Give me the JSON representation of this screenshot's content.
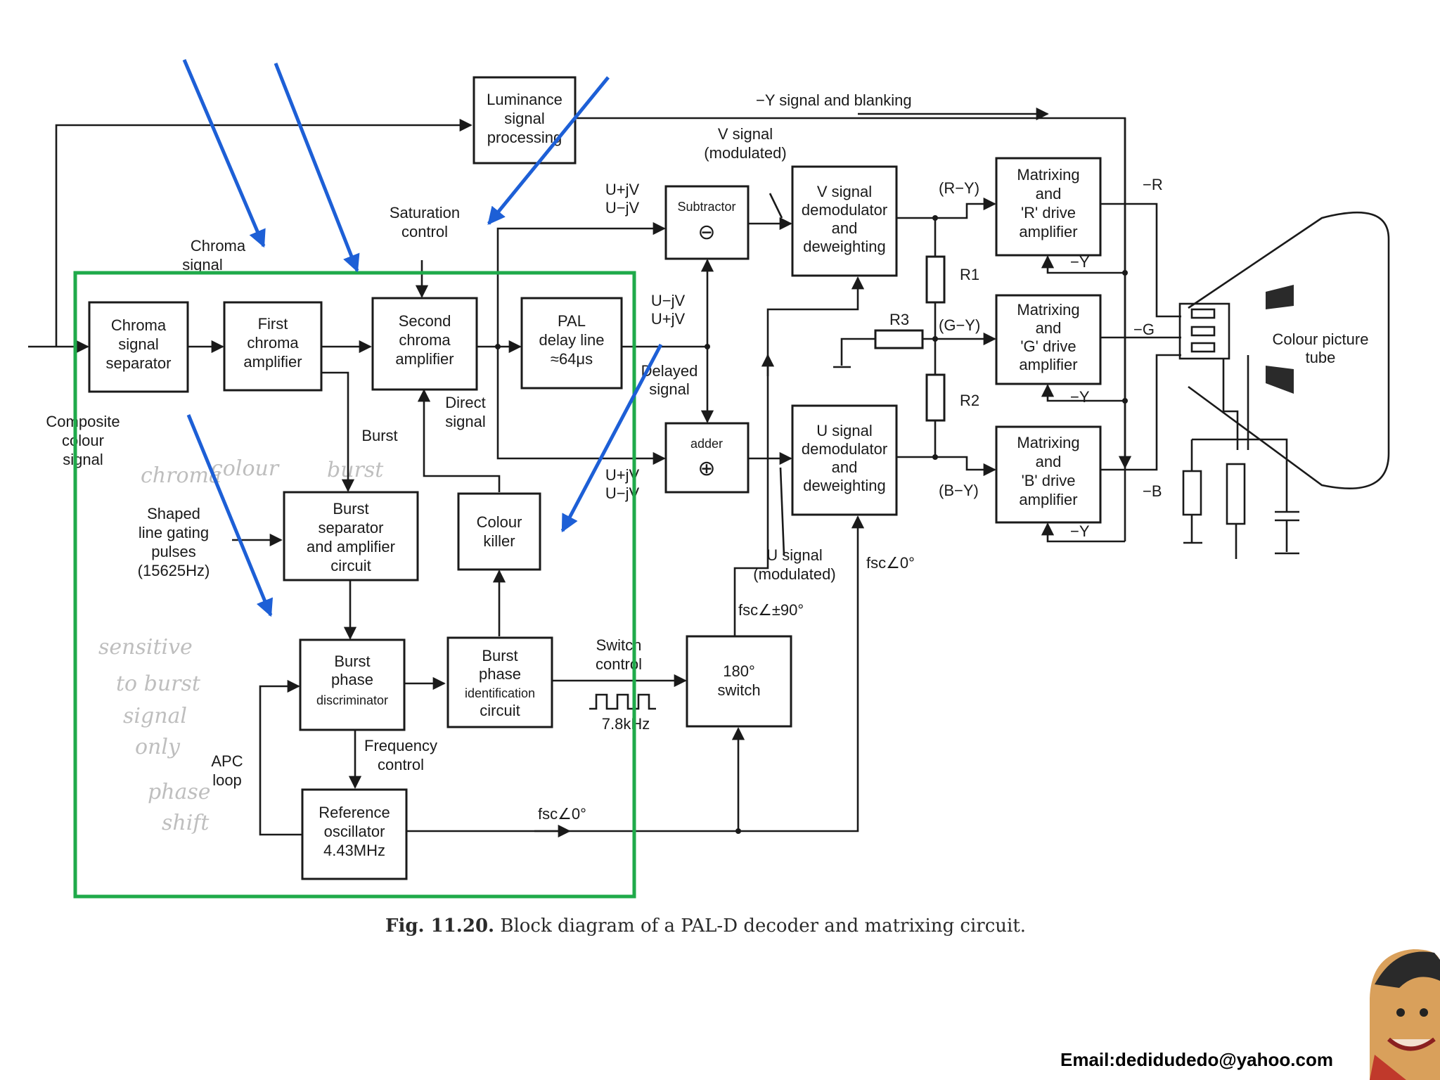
{
  "colors": {
    "highlight_box": "#1faa4a",
    "pointer_arrows": "#1d5fd6",
    "ink": "#1a1a1a"
  },
  "blocks": {
    "chroma_sep": [
      "Chroma",
      "signal",
      "separator"
    ],
    "first_amp": [
      "First",
      "chroma",
      "amplifier"
    ],
    "second_amp": [
      "Second",
      "chroma",
      "amplifier"
    ],
    "pal_delay": [
      "PAL",
      "delay line",
      "≈64μs"
    ],
    "luminance": [
      "Luminance",
      "signal",
      "processing"
    ],
    "subtractor": [
      "Subtractor",
      "⊖"
    ],
    "adder": [
      "adder",
      "⊕"
    ],
    "v_demod": [
      "V signal",
      "demodulator",
      "and",
      "deweighting"
    ],
    "u_demod": [
      "U signal",
      "demodulator",
      "and",
      "deweighting"
    ],
    "r_matrix": [
      "Matrixing",
      "and",
      "'R' drive",
      "amplifier"
    ],
    "g_matrix": [
      "Matrixing",
      "and",
      "'G' drive",
      "amplifier"
    ],
    "b_matrix": [
      "Matrixing",
      "and",
      "'B' drive",
      "amplifier"
    ],
    "burst_sep": [
      "Burst",
      "separator",
      "and amplifier",
      "circuit"
    ],
    "colour_killer": [
      "Colour",
      "killer"
    ],
    "burst_disc": [
      "Burst",
      "phase",
      "discriminator"
    ],
    "burst_id": [
      "Burst",
      "phase",
      "identification",
      "circuit"
    ],
    "switch180": [
      "180°",
      "switch"
    ],
    "ref_osc": [
      "Reference",
      "oscillator",
      "4.43MHz"
    ]
  },
  "labels": {
    "y_signal": "−Y signal and blanking",
    "v_signal_mod": [
      "V signal",
      "(modulated)"
    ],
    "saturation": [
      "Saturation",
      "control"
    ],
    "chroma_signal": [
      "Chroma",
      "signal"
    ],
    "composite": [
      "Composite",
      "colour",
      "signal"
    ],
    "uv_top": [
      "U+jV",
      "U−jV"
    ],
    "uv_mid": [
      "U−jV",
      "U+jV"
    ],
    "uv_bot": [
      "U+jV",
      "U−jV"
    ],
    "delayed": [
      "Delayed",
      "signal"
    ],
    "direct": [
      "Direct",
      "signal"
    ],
    "burst": "Burst",
    "shaped": [
      "Shaped",
      "line gating",
      "pulses",
      "(15625Hz)"
    ],
    "switch_control": [
      "Switch",
      "control"
    ],
    "khz": "7.8kHz",
    "freq_control": [
      "Frequency",
      "control"
    ],
    "apc": [
      "APC",
      "loop"
    ],
    "fsc0_bottom": "fsc∠0°",
    "fsc0_right": "fsc∠0°",
    "fsc90": "fsc∠±90°",
    "u_signal_mod": [
      "U signal",
      "(modulated)"
    ],
    "r_minus_y": "(R−Y)",
    "g_minus_y": "(G−Y)",
    "b_minus_y": "(B−Y)",
    "r1": "R1",
    "r2": "R2",
    "r3": "R3",
    "neg_r": "−R",
    "neg_g": "−G",
    "neg_b": "−B",
    "neg_y1": "−Y",
    "neg_y2": "−Y",
    "neg_y3": "−Y",
    "tube": [
      "Colour picture",
      "tube"
    ]
  },
  "handwritten": [
    "chroma",
    "colour",
    "burst",
    "sensitive",
    "to burst",
    "signal",
    "only",
    "phase",
    "shift"
  ],
  "caption": {
    "fig": "Fig. 11.20.",
    "text": " Block diagram of a PAL-D decoder and matrixing circuit."
  },
  "email": "Email:dedidudedo@yahoo.com"
}
